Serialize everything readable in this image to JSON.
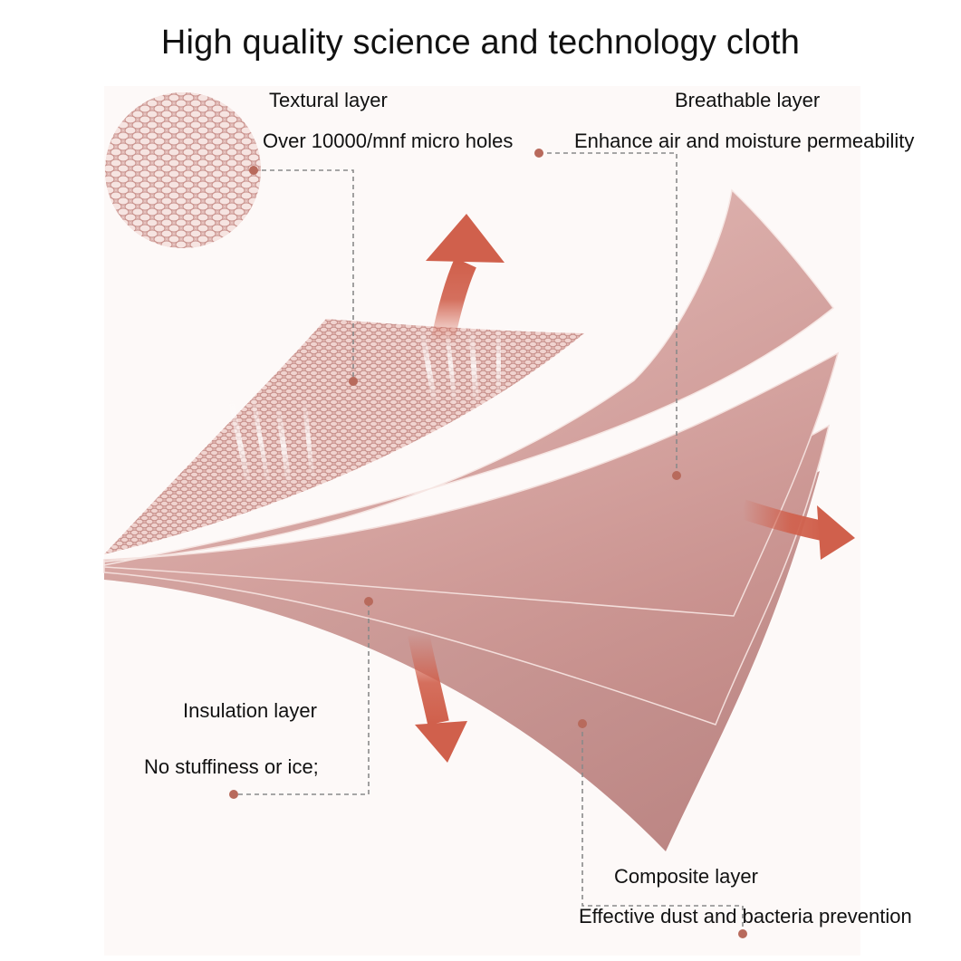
{
  "title": "High quality science and technology cloth",
  "layers": {
    "textural": {
      "name": "Textural layer",
      "description": "Over 10000/mnf micro holes"
    },
    "breathable": {
      "name": "Breathable layer",
      "description": "Enhance air and moisture permeability"
    },
    "insulation": {
      "name": "Insulation layer",
      "description": "No stuffiness or ice;"
    },
    "composite": {
      "name": "Composite layer",
      "description": "Effective dust and bacteria prevention"
    }
  },
  "colors": {
    "cloth": "#d9aaa6",
    "cloth_dark": "#c48f8c",
    "cloth_light": "#ebc9c5",
    "arrow": "#d0604c",
    "marker": "#b86a5c",
    "leader": "#8a8a8a",
    "text": "#111111"
  }
}
